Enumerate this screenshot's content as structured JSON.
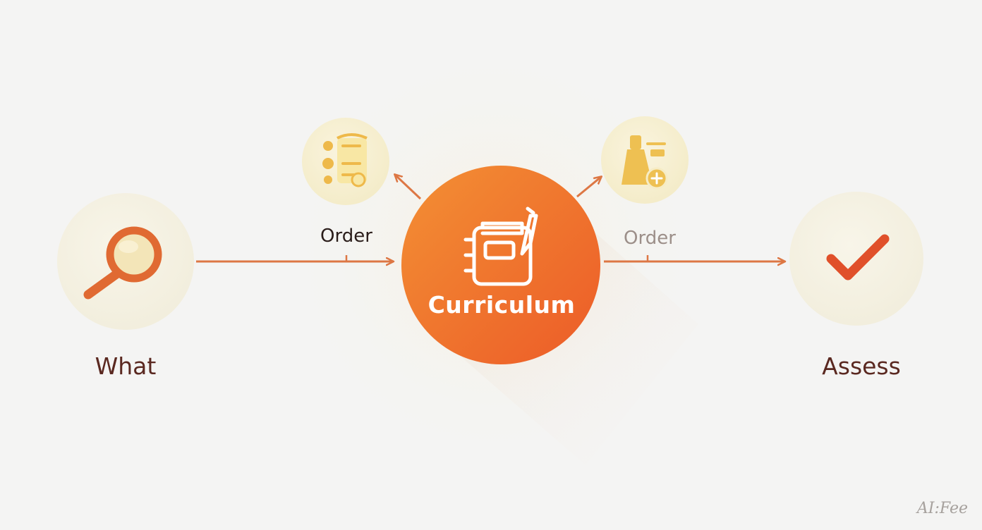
{
  "nodes": {
    "what": {
      "label": "What",
      "icon": "magnifier-icon"
    },
    "order_left": {
      "label": "Order",
      "icon": "checklist-icon"
    },
    "curriculum": {
      "label": "Curriculum",
      "icon": "notebook-pen-icon"
    },
    "order_right": {
      "label": "Order",
      "icon": "lab-flask-icon"
    },
    "assess": {
      "label": "Assess",
      "icon": "checkmark-icon"
    }
  },
  "watermark": "AI:Fee",
  "colors": {
    "accent": "#ee6a2b",
    "accent_light": "#f28a34",
    "arrow": "#dd7744",
    "node_fill": "#f6f1dc",
    "icon_gold": "#eec052",
    "text_dark": "#5a2820",
    "background": "#f4f4f3"
  }
}
